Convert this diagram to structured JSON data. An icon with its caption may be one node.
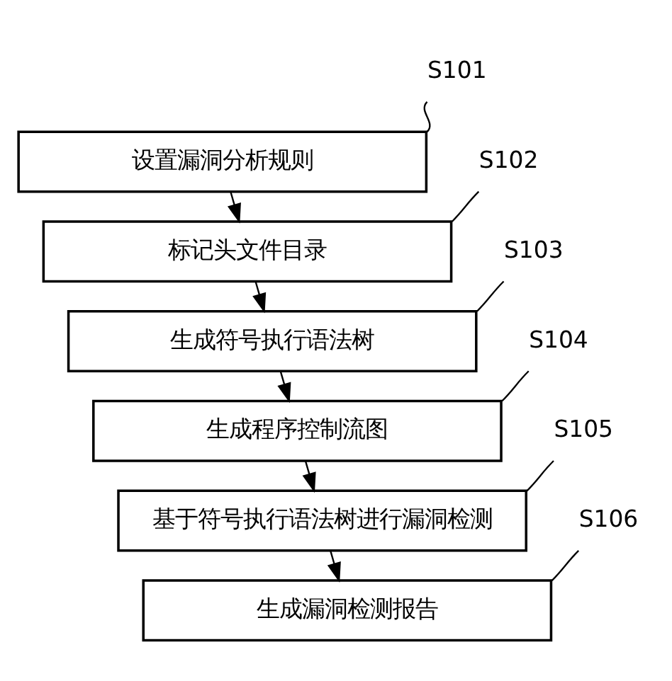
{
  "diagram": {
    "nodes": [
      {
        "text": [
          "设置漏洞分析规则"
        ]
      },
      {
        "text": [
          "标记头文件目录"
        ]
      },
      {
        "text": [
          "生成符号执行语法树"
        ]
      },
      {
        "text": [
          "生成程序控制流图"
        ]
      },
      {
        "text": [
          "基于符号执行语法树进行漏洞检测"
        ]
      },
      {
        "text": [
          "生成漏洞检测报告"
        ]
      },
      {
        "text": [
          "S101"
        ]
      },
      {
        "text": [
          "S102"
        ]
      },
      {
        "text": [
          "S103"
        ]
      },
      {
        "text": [
          "S104"
        ]
      },
      {
        "text": [
          "S105"
        ]
      },
      {
        "text": [
          "S106"
        ]
      }
    ],
    "edges": [
      {
        "from": 0,
        "to": 1,
        "arrow": "to"
      },
      {
        "from": 1,
        "to": 2,
        "arrow": "to"
      },
      {
        "from": 2,
        "to": 3,
        "arrow": "to"
      },
      {
        "from": 3,
        "to": 4,
        "arrow": "to"
      },
      {
        "from": 4,
        "to": 5,
        "arrow": "to"
      },
      {
        "from": 6,
        "to": 0,
        "arrow": "none"
      },
      {
        "from": 7,
        "to": 1,
        "arrow": "none"
      },
      {
        "from": 8,
        "to": 2,
        "arrow": "none"
      },
      {
        "from": 9,
        "to": 3,
        "arrow": "none"
      },
      {
        "from": 10,
        "to": 4,
        "arrow": "none"
      },
      {
        "from": 11,
        "to": 5,
        "arrow": "none"
      }
    ]
  }
}
